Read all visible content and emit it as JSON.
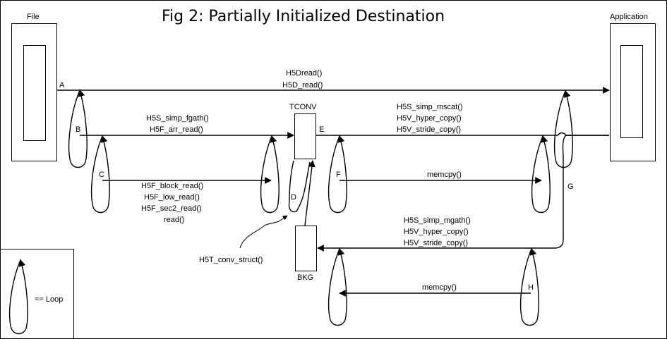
{
  "title": "Fig 2:  Partially Initialized Destination",
  "boxes": {
    "file": "File",
    "application": "Application",
    "tconv": "TCONV",
    "bkg": "BKG"
  },
  "points": {
    "a": "A",
    "b": "B",
    "c": "C",
    "d": "D",
    "e": "E",
    "f": "F",
    "g": "G",
    "h": "H"
  },
  "labels": {
    "top_1": "H5Dread()",
    "top_2": "H5D_read()",
    "fgath_1": "H5S_simp_fgath()",
    "fgath_2": "H5F_arr_read()",
    "block_1": "H5F_block_read()",
    "block_2": "H5F_low_read()",
    "block_3": "H5F_sec2_read()",
    "block_4": "read()",
    "mscat_1": "H5S_simp_mscat()",
    "mscat_2": "H5V_hyper_copy()",
    "mscat_3": "H5V_stride_copy()",
    "memcpy_f": "memcpy()",
    "mgath_1": "H5S_simp_mgath()",
    "mgath_2": "H5V_hyper_copy()",
    "mgath_3": "H5V_stride_copy()",
    "memcpy_h": "memcpy()",
    "conv_struct": "H5T_conv_struct()"
  },
  "legend": {
    "text": "== Loop"
  }
}
